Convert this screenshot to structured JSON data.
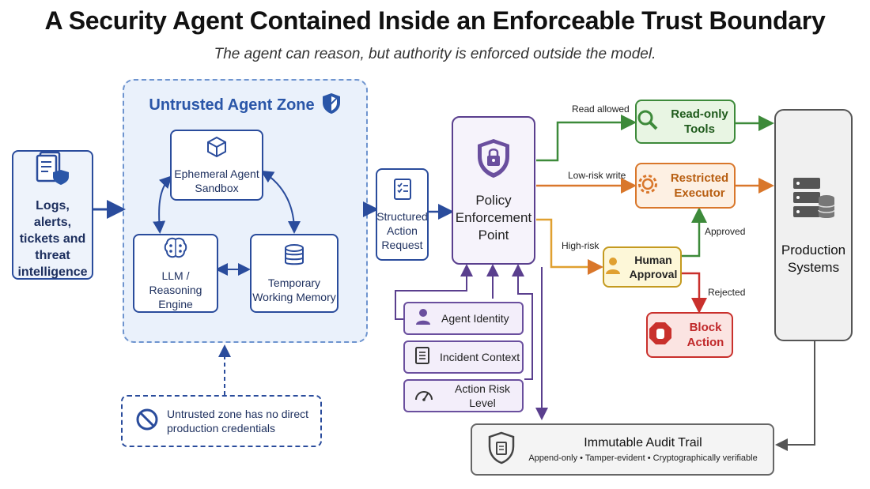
{
  "title": "A Security Agent Contained Inside an Enforceable Trust Boundary",
  "subtitle": "The agent can reason, but authority is enforced outside the model.",
  "inputs": {
    "label": "Logs, alerts, tickets and threat intelligence",
    "icon": "document-shield-icon"
  },
  "zone": {
    "title": "Untrusted Agent Zone",
    "icon": "shield-icon",
    "sandbox": "Ephemeral Agent Sandbox",
    "llm": "LLM / Reasoning Engine",
    "memory": "Temporary Working Memory"
  },
  "note": {
    "text": "Untrusted zone has no direct production credentials",
    "icon": "prohibited-icon"
  },
  "request": {
    "label": "Structured Action Request",
    "icon": "checklist-icon"
  },
  "pep": {
    "label": "Policy Enforcement Point",
    "icon": "lock-shield-icon"
  },
  "context": [
    {
      "label": "Agent Identity",
      "icon": "user-icon"
    },
    {
      "label": "Incident Context",
      "icon": "document-icon"
    },
    {
      "label": "Action Risk Level",
      "icon": "gauge-icon"
    }
  ],
  "routes": {
    "read_allowed": "Read allowed",
    "low_risk": "Low-risk write",
    "high_risk": "High-risk",
    "approved": "Approved",
    "rejected": "Rejected"
  },
  "readonly": "Read-only Tools",
  "restricted": "Restricted Executor",
  "human": "Human Approval",
  "block": "Block Action",
  "production": "Production Systems",
  "audit": {
    "title": "Immutable Audit Trail",
    "detail": "Append-only • Tamper-evident • Cryptographically verifiable"
  },
  "colors": {
    "blue": "#2a4c9c",
    "purple": "#5a3f8e",
    "green": "#3d8a3a",
    "orange": "#d9772b",
    "yellow": "#c49a1f",
    "red": "#c9302c"
  }
}
